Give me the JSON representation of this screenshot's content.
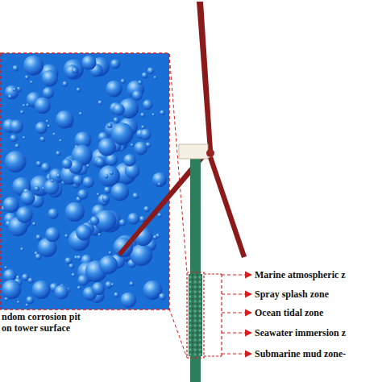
{
  "diagram": {
    "labels": [
      "Marine atmospheric z",
      "Spray splash zone",
      "Ocean tidal zone",
      "Seawater immersion z",
      "Submarine mud zone-",
      "ndom corrosion pit",
      "on tower surface"
    ]
  }
}
